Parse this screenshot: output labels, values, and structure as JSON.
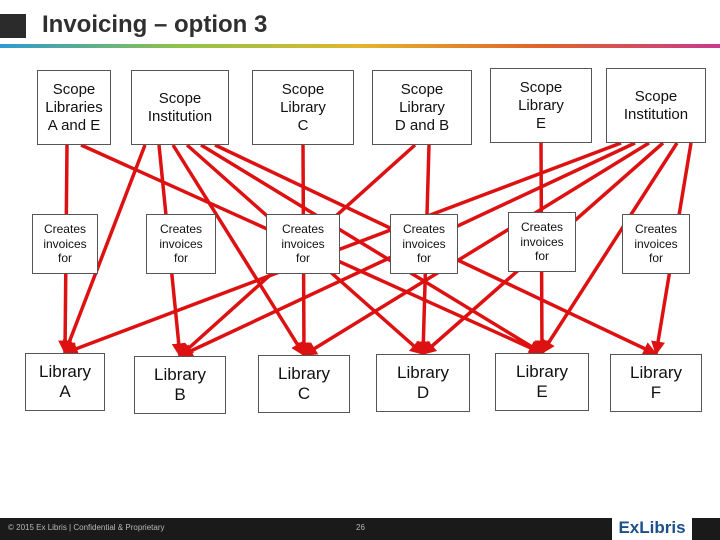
{
  "title": "Invoicing – option 3",
  "colors": {
    "arrow": "#dd1111",
    "box_border": "#555555"
  },
  "scopes": [
    {
      "id": "s0",
      "label": "Scope\nLibraries\nA and E"
    },
    {
      "id": "s1",
      "label": "Scope\nInstitution"
    },
    {
      "id": "s2",
      "label": "Scope\nLibrary\nC"
    },
    {
      "id": "s3",
      "label": "Scope\nLibrary\nD and B"
    },
    {
      "id": "s4",
      "label": "Scope\nLibrary\nE"
    },
    {
      "id": "s5",
      "label": "Scope\nInstitution"
    }
  ],
  "creates": [
    {
      "id": "c0",
      "label": "Creates\ninvoices\nfor"
    },
    {
      "id": "c1",
      "label": "Creates\ninvoices\nfor"
    },
    {
      "id": "c2",
      "label": "Creates\ninvoices\nfor"
    },
    {
      "id": "c3",
      "label": "Creates\ninvoices\nfor"
    },
    {
      "id": "c4",
      "label": "Creates\ninvoices\nfor"
    },
    {
      "id": "c5",
      "label": "Creates\ninvoices\nfor"
    }
  ],
  "libraries": [
    {
      "id": "l0",
      "label": "Library\nA"
    },
    {
      "id": "l1",
      "label": "Library\nB"
    },
    {
      "id": "l2",
      "label": "Library\nC"
    },
    {
      "id": "l3",
      "label": "Library\nD"
    },
    {
      "id": "l4",
      "label": "Library\nE"
    },
    {
      "id": "l5",
      "label": "Library\nF"
    }
  ],
  "edges": [
    {
      "from": 0,
      "to": 0
    },
    {
      "from": 0,
      "to": 4
    },
    {
      "from": 1,
      "to": 0
    },
    {
      "from": 1,
      "to": 1
    },
    {
      "from": 1,
      "to": 2
    },
    {
      "from": 1,
      "to": 3
    },
    {
      "from": 1,
      "to": 4
    },
    {
      "from": 1,
      "to": 5
    },
    {
      "from": 2,
      "to": 2
    },
    {
      "from": 3,
      "to": 1
    },
    {
      "from": 3,
      "to": 3
    },
    {
      "from": 4,
      "to": 4
    },
    {
      "from": 5,
      "to": 0
    },
    {
      "from": 5,
      "to": 1
    },
    {
      "from": 5,
      "to": 2
    },
    {
      "from": 5,
      "to": 3
    },
    {
      "from": 5,
      "to": 4
    },
    {
      "from": 5,
      "to": 5
    }
  ],
  "footer": {
    "text": "© 2015 Ex Libris | Confidential & Proprietary",
    "page": "26",
    "logo": "ExLibris"
  }
}
